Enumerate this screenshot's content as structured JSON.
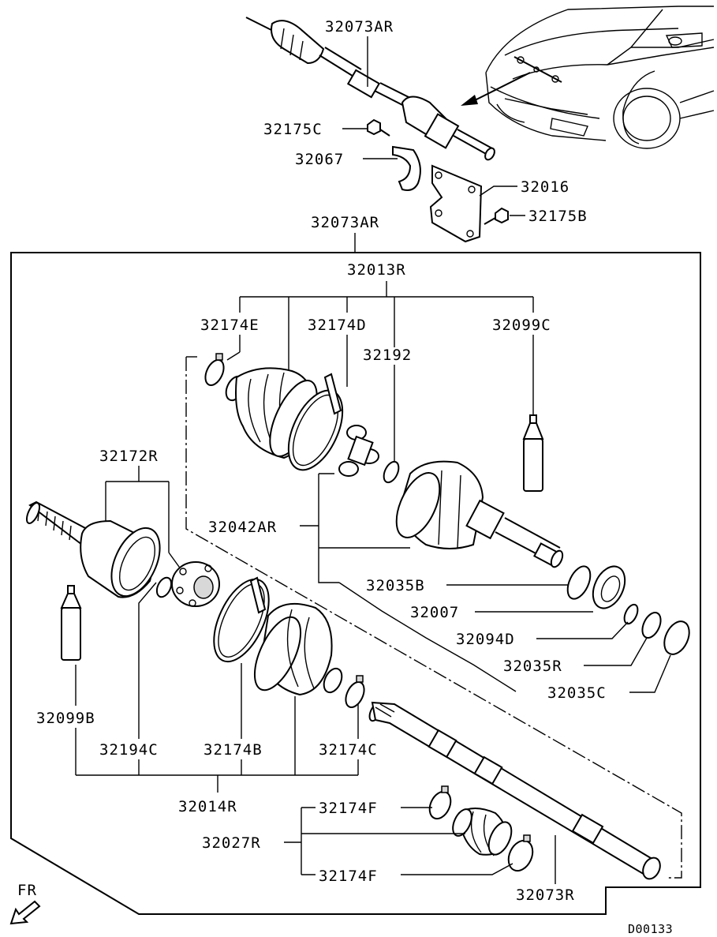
{
  "diagram_code": "D00133",
  "direction_label": "FR",
  "labels": {
    "top_shaft": "32073AR",
    "top_bolt_c": "32175C",
    "top_clip": "32067",
    "top_bracket": "32016",
    "top_bolt_b": "32175B",
    "box_title": "32073AR",
    "inner_joint_kit": "32013R",
    "band_e": "32174E",
    "band_d": "32174D",
    "snap_192": "32192",
    "grease_c": "32099C",
    "outer_joint_kit": "32172R",
    "housing": "32042AR",
    "ring_35b": "32035B",
    "bearing": "32007",
    "ring_94d": "32094D",
    "ring_35r": "32035R",
    "ring_35c": "32035C",
    "grease_b": "32099B",
    "snap_194c": "32194C",
    "band_b": "32174B",
    "band_c": "32174C",
    "boot_kit": "32014R",
    "band_f_top": "32174F",
    "damper": "32027R",
    "band_f_bottom": "32174F",
    "shaft": "32073R"
  }
}
